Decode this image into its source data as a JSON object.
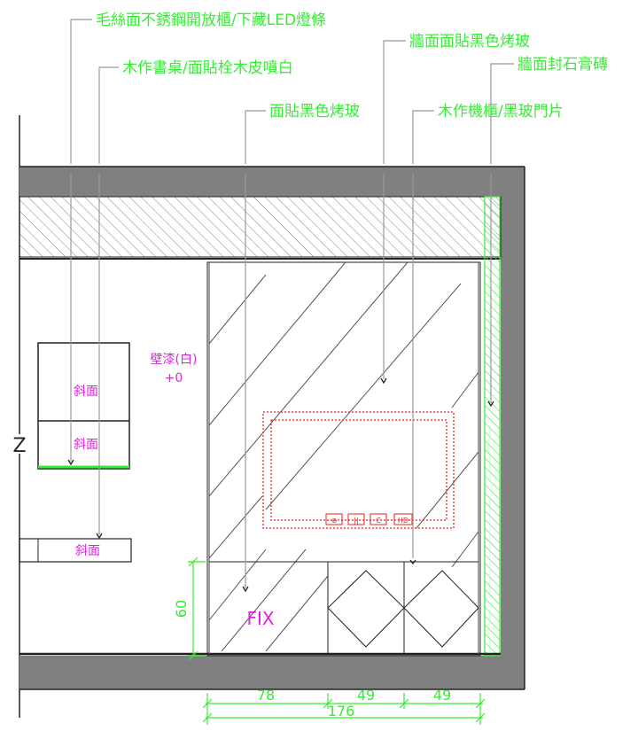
{
  "callouts": {
    "c1": "毛絲面不銹鋼開放櫃/下藏LED燈條",
    "c2": "木作書桌/面貼栓木皮噴白",
    "c3": "牆面面貼黑色烤玻",
    "c4": "牆面封石膏磚",
    "c5": "面貼黑色烤玻",
    "c6": "木作機櫃/黑玻門片"
  },
  "labels": {
    "slant1": "斜面",
    "slant2": "斜面",
    "slant3": "斜面",
    "paint": "壁漆(白)",
    "level": "+0",
    "fix": "FIX",
    "break_mark": "Z"
  },
  "tv_buttons": [
    "⊕",
    "||",
    "C",
    "HD"
  ],
  "dimensions": {
    "height": "60",
    "seg1": "78",
    "seg2": "49",
    "seg3": "49",
    "total": "176"
  },
  "colors": {
    "wall": "#808080",
    "callout": "#33ee33",
    "annotation": "#e020e0",
    "tv": "#ee2222",
    "line": "#222222",
    "leader": "#999999"
  }
}
